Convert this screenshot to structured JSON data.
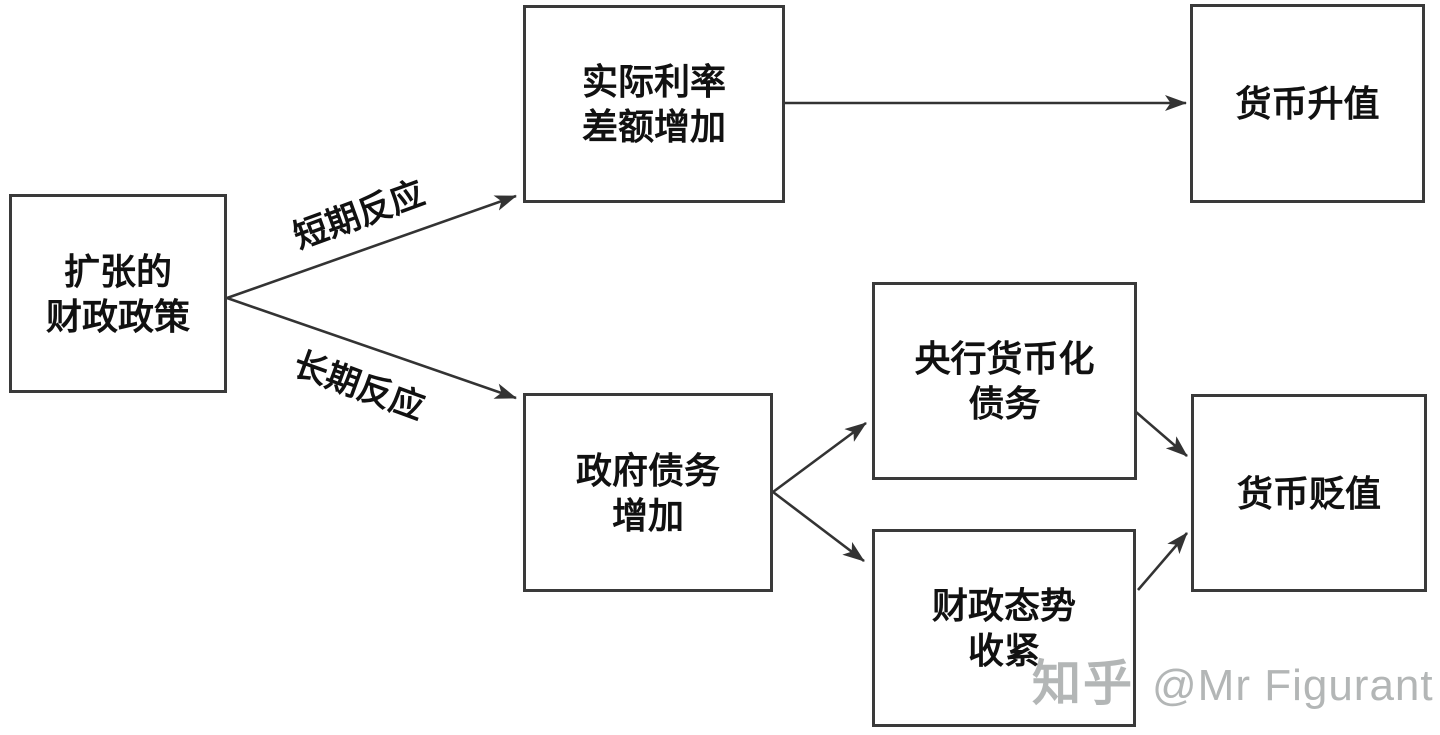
{
  "colors": {
    "background": "#ffffff",
    "box_border": "#3a3a3a",
    "arrow_stroke": "#333333",
    "node_text": "#111111",
    "watermark_text": "#b3b6b6"
  },
  "diagram": {
    "title": "",
    "nodes": {
      "expansionary_fiscal_policy": "扩张的\n财政政策",
      "real_interest_rate_differential_increase": "实际利率\n差额增加",
      "currency_appreciation": "货币升值",
      "government_debt_increase": "政府债务\n增加",
      "central_bank_monetizes_debt": "央行货币化\n债务",
      "fiscal_stance_tightens": "财政态势\n收紧",
      "currency_depreciation": "货币贬值"
    },
    "edge_labels": {
      "short_term": "短期反应",
      "long_term": "长期反应"
    },
    "edges": [
      {
        "from": "expansionary_fiscal_policy",
        "to": "real_interest_rate_differential_increase",
        "label": "短期反应"
      },
      {
        "from": "expansionary_fiscal_policy",
        "to": "government_debt_increase",
        "label": "长期反应"
      },
      {
        "from": "real_interest_rate_differential_increase",
        "to": "currency_appreciation",
        "label": ""
      },
      {
        "from": "government_debt_increase",
        "to": "central_bank_monetizes_debt",
        "label": ""
      },
      {
        "from": "government_debt_increase",
        "to": "fiscal_stance_tightens",
        "label": ""
      },
      {
        "from": "central_bank_monetizes_debt",
        "to": "currency_depreciation",
        "label": ""
      },
      {
        "from": "fiscal_stance_tightens",
        "to": "currency_depreciation",
        "label": ""
      }
    ],
    "watermark": {
      "brand": "知乎",
      "handle": "@Mr Figurant"
    }
  }
}
